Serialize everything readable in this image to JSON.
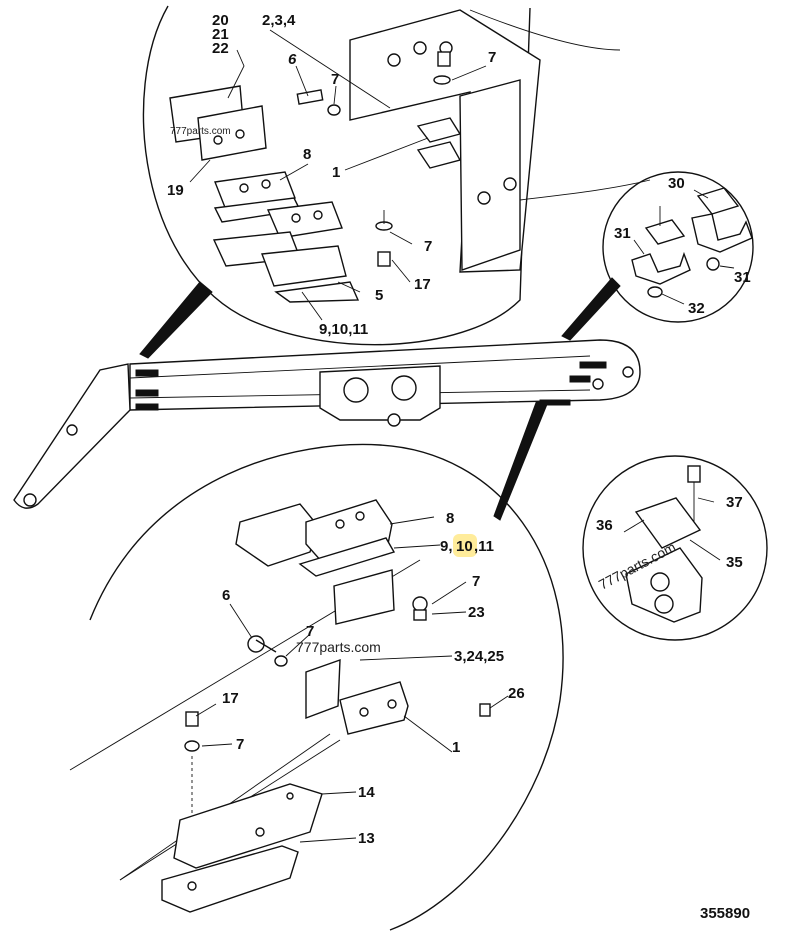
{
  "drawing_number": "355890",
  "watermarks": {
    "top_detail": "777parts.com",
    "bottom_detail": "777parts.com",
    "side_detail": "777parts.com"
  },
  "callouts_top": {
    "c20": "20",
    "c21": "21",
    "c22": "22",
    "c234": "2,3,4",
    "c6": "6",
    "c7a": "7",
    "c7b": "7",
    "c7c": "7",
    "c8": "8",
    "c1": "1",
    "c19": "19",
    "c17": "17",
    "c5": "5",
    "c91011": "9,10,11"
  },
  "callouts_right": {
    "c30": "30",
    "c31a": "31",
    "c31b": "31",
    "c32": "32"
  },
  "callouts_side": {
    "c37": "37",
    "c36": "36",
    "c35": "35"
  },
  "callouts_bottom": {
    "c8": "8",
    "c9": "9,",
    "c10": "10",
    "c11": ",11",
    "c6": "6",
    "c7a": "7",
    "c7b": "7",
    "c7c": "7",
    "c23": "23",
    "c32425": "3,24,25",
    "c17": "17",
    "c26": "26",
    "c1": "1",
    "c14": "14",
    "c13": "13"
  }
}
